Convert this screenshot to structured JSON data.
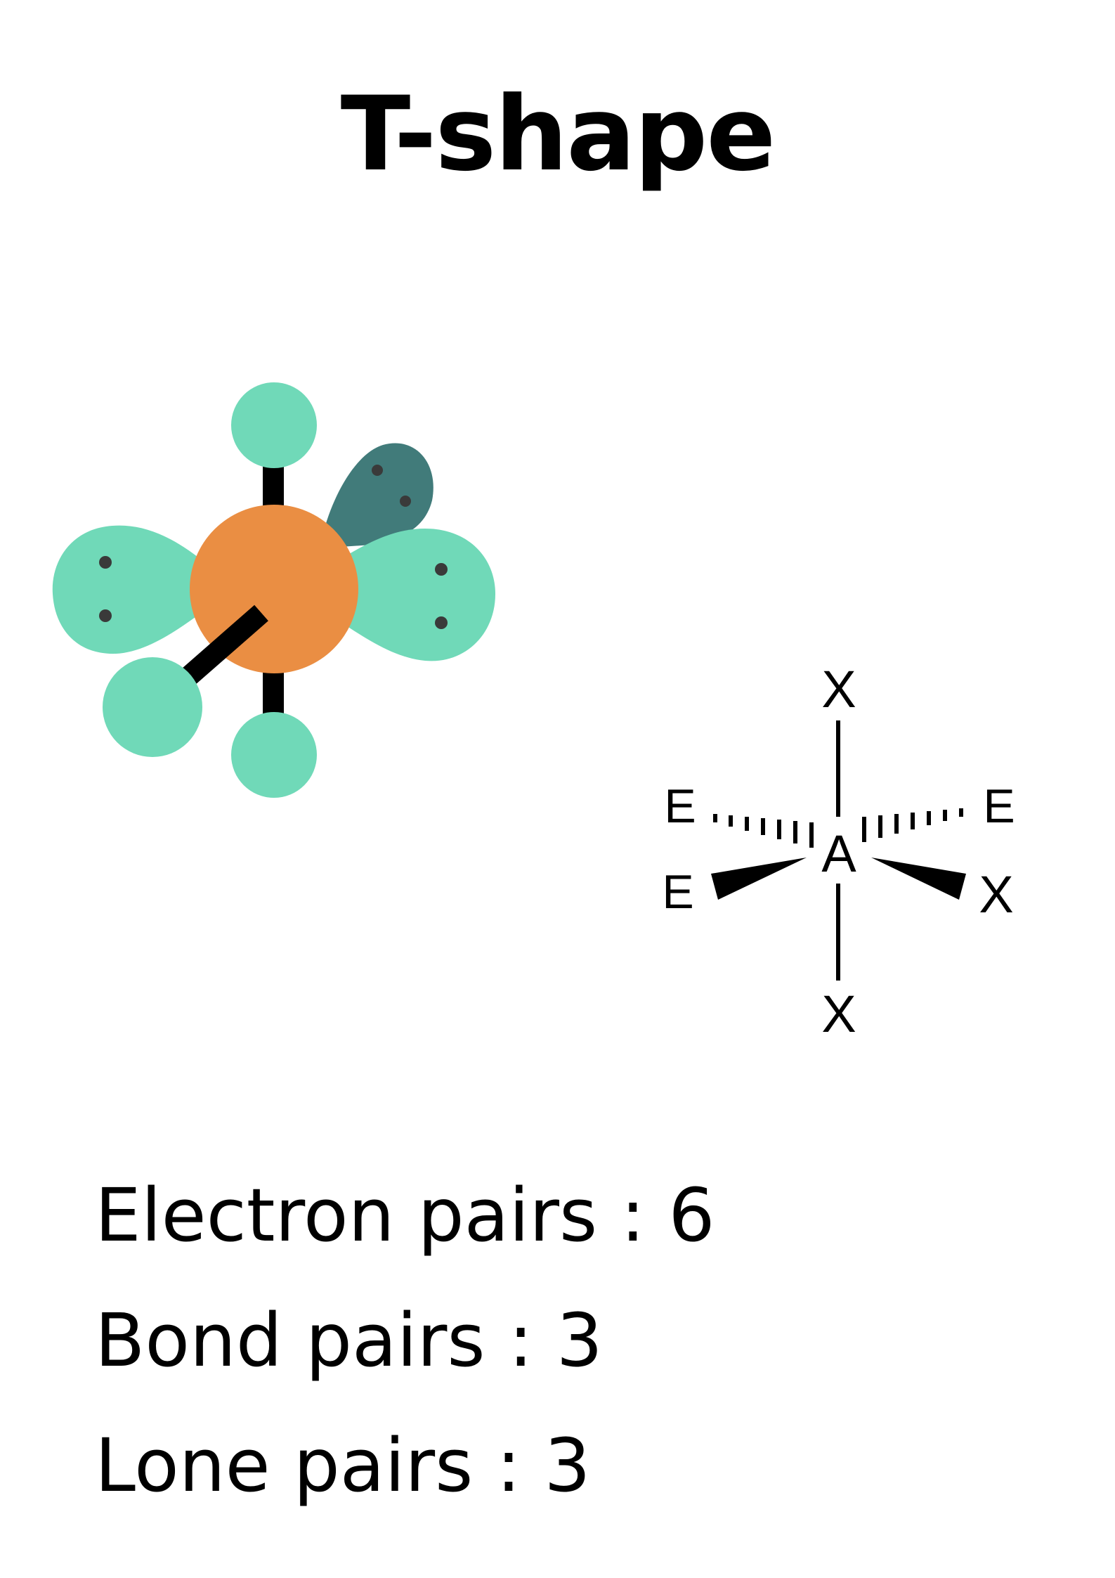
{
  "title": "T-shape",
  "colors": {
    "central_atom": "#ea8e43",
    "lobe": "#70d9b8",
    "axial_lone_pair": "#417b7a",
    "bond": "#000000",
    "dot": "#3a3a3a"
  },
  "notation": {
    "center": "A",
    "top": "X",
    "bottom": "X",
    "left_back": "E",
    "right_back": "E",
    "left_front": "E",
    "right_front": "X"
  },
  "stats": [
    {
      "label": "Electron pairs",
      "separator": ":",
      "value": "6"
    },
    {
      "label": "Bond pairs",
      "separator": ":",
      "value": "3"
    },
    {
      "label": "Lone pairs",
      "separator": ":",
      "value": "3"
    }
  ]
}
